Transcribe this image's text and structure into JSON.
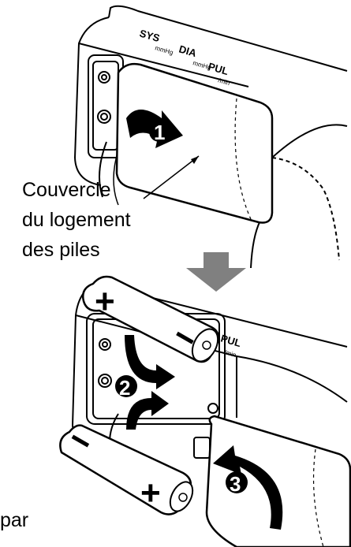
{
  "device_labels": {
    "sys": "SYS",
    "sys_unit": "mmHg",
    "dia": "DIA",
    "dia_unit": "mmHg",
    "pul": "PUL",
    "pul_unit": "/min"
  },
  "steps": {
    "one": "1",
    "two": "2",
    "three": "3"
  },
  "callout": {
    "line1": "Couvercle",
    "line2": "du logement",
    "line3": "des piles"
  },
  "bottom_fragment": "par",
  "battery_symbols": {
    "plus": "+",
    "minus": "−"
  }
}
